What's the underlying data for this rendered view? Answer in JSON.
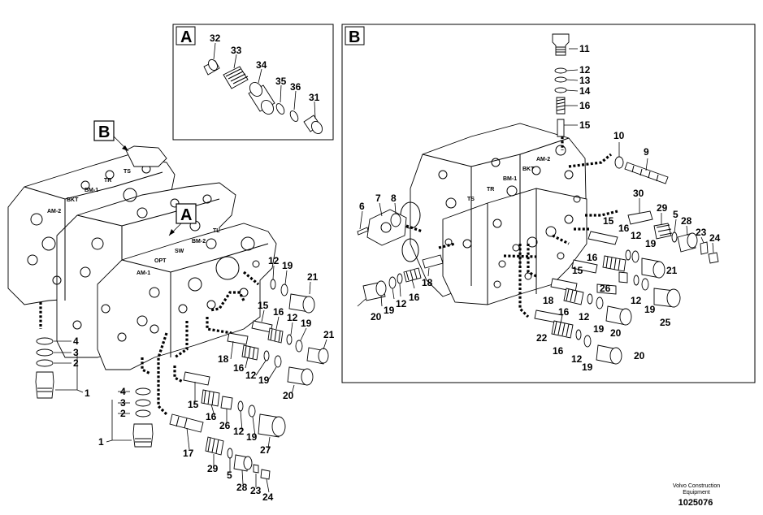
{
  "detail_boxes": [
    {
      "id": "detail-a",
      "letter": "A"
    },
    {
      "id": "detail-b",
      "letter": "B"
    }
  ],
  "callouts": {
    "main_b": "B",
    "main_a": "A"
  },
  "port_labels": {
    "main": [
      "TS",
      "TR",
      "BM-1",
      "BKT",
      "AM-2",
      "TL",
      "BM-2",
      "SW",
      "OPT",
      "AM-1"
    ],
    "detail_b": [
      "AM-2",
      "BKT",
      "BM-1",
      "TR",
      "TS"
    ]
  },
  "part_numbers": {
    "detail_a": [
      "32",
      "33",
      "34",
      "35",
      "36",
      "31"
    ],
    "detail_b": [
      "11",
      "12",
      "13",
      "14",
      "16",
      "15",
      "10",
      "9",
      "6",
      "7",
      "8",
      "30",
      "29",
      "5",
      "28",
      "23",
      "24",
      "15",
      "16",
      "12",
      "19",
      "21",
      "15",
      "16",
      "26",
      "12",
      "19",
      "25",
      "18",
      "20",
      "19",
      "12",
      "16",
      "18",
      "16",
      "12",
      "19",
      "20",
      "22",
      "16",
      "12",
      "19",
      "20"
    ],
    "main_left": [
      "4",
      "3",
      "2",
      "1"
    ],
    "main_mid": [
      "4",
      "3",
      "2",
      "1"
    ],
    "main_right": [
      "12",
      "19",
      "21",
      "15",
      "16",
      "12",
      "19",
      "21",
      "18",
      "16",
      "12",
      "19",
      "20",
      "15",
      "16",
      "26",
      "12",
      "19",
      "27",
      "17",
      "29",
      "5",
      "28",
      "23",
      "24"
    ]
  },
  "footer": {
    "brand_line1": "Volvo Construction",
    "brand_line2": "Equipment",
    "drawing_number": "1025076"
  }
}
